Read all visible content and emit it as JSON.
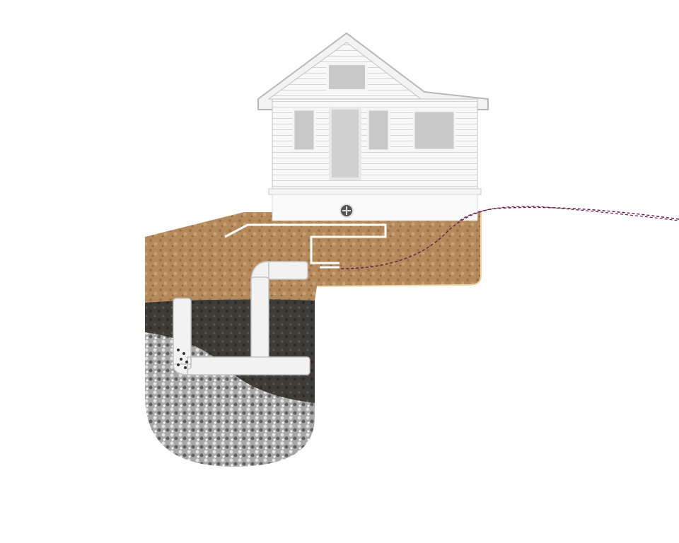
{
  "colors": {
    "background": "#ffffff",
    "house": "#f7f7f7",
    "house_outline": "#b8b8b8",
    "window": "#c9c9c9",
    "soil": "#b48a5c",
    "dark_soil": "#3e3c36",
    "gravel": "#9a9a9a",
    "pipe": "#f2f2f2",
    "dashed_line": "#6b1f4f"
  },
  "icons": [
    "house",
    "vent-fan",
    "drain-pipe",
    "perforated-pipe",
    "gravel-bed",
    "utility-line"
  ]
}
